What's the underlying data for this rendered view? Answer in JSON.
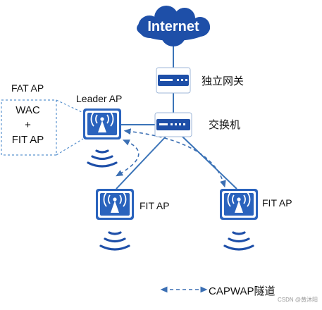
{
  "cloud": {
    "label": "Internet"
  },
  "gateway": {
    "label": "独立网关"
  },
  "switch": {
    "label": "交换机"
  },
  "leader_ap": {
    "label": "Leader AP"
  },
  "fat_ap": {
    "title": "FAT AP",
    "lines": [
      "WAC",
      "+",
      "FIT AP"
    ]
  },
  "fit_ap_left": {
    "label": "FIT AP"
  },
  "fit_ap_right": {
    "label": "FIT AP"
  },
  "legend": {
    "label": "CAPWAP隧道"
  },
  "watermark": "CSDN @黄沐阳",
  "colors": {
    "cloud": "#1e4fa8",
    "device": "#1e4fa8",
    "ap_fill": "#2a63bd",
    "link": "#3b74b8",
    "tunnel": "#3b6fb3",
    "signal": "#1e4fa8",
    "fat_box_border": "#5b93cf"
  }
}
